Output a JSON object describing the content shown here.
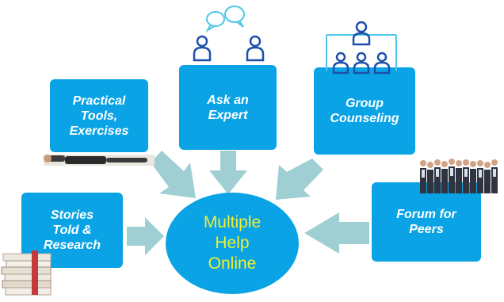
{
  "center": {
    "label": "Multiple\nHelp\nOnline"
  },
  "nodes": {
    "practical_tools": {
      "label": "Practical\nTools,\nExercises"
    },
    "ask_expert": {
      "label": "Ask an\nExpert"
    },
    "group_counseling": {
      "label": "Group\nCounseling"
    },
    "stories": {
      "label": "Stories\nTold &\nResearch"
    },
    "forum": {
      "label": "Forum for\nPeers"
    }
  },
  "colors": {
    "box_fill": "#0aa3e6",
    "center_text": "#f3ef2e",
    "arrow": "#9fcfd3",
    "icon_stroke": "#1d4fa8",
    "chat_icon": "#4ec6e8"
  },
  "icons": {
    "ask_expert": "two-people-chat-icon",
    "group_counseling": "org-chart-people-icon",
    "practical_tools": "person-lying-on-mat-image",
    "forum": "crowd-of-people-image",
    "stories": "stack-of-books-image"
  }
}
